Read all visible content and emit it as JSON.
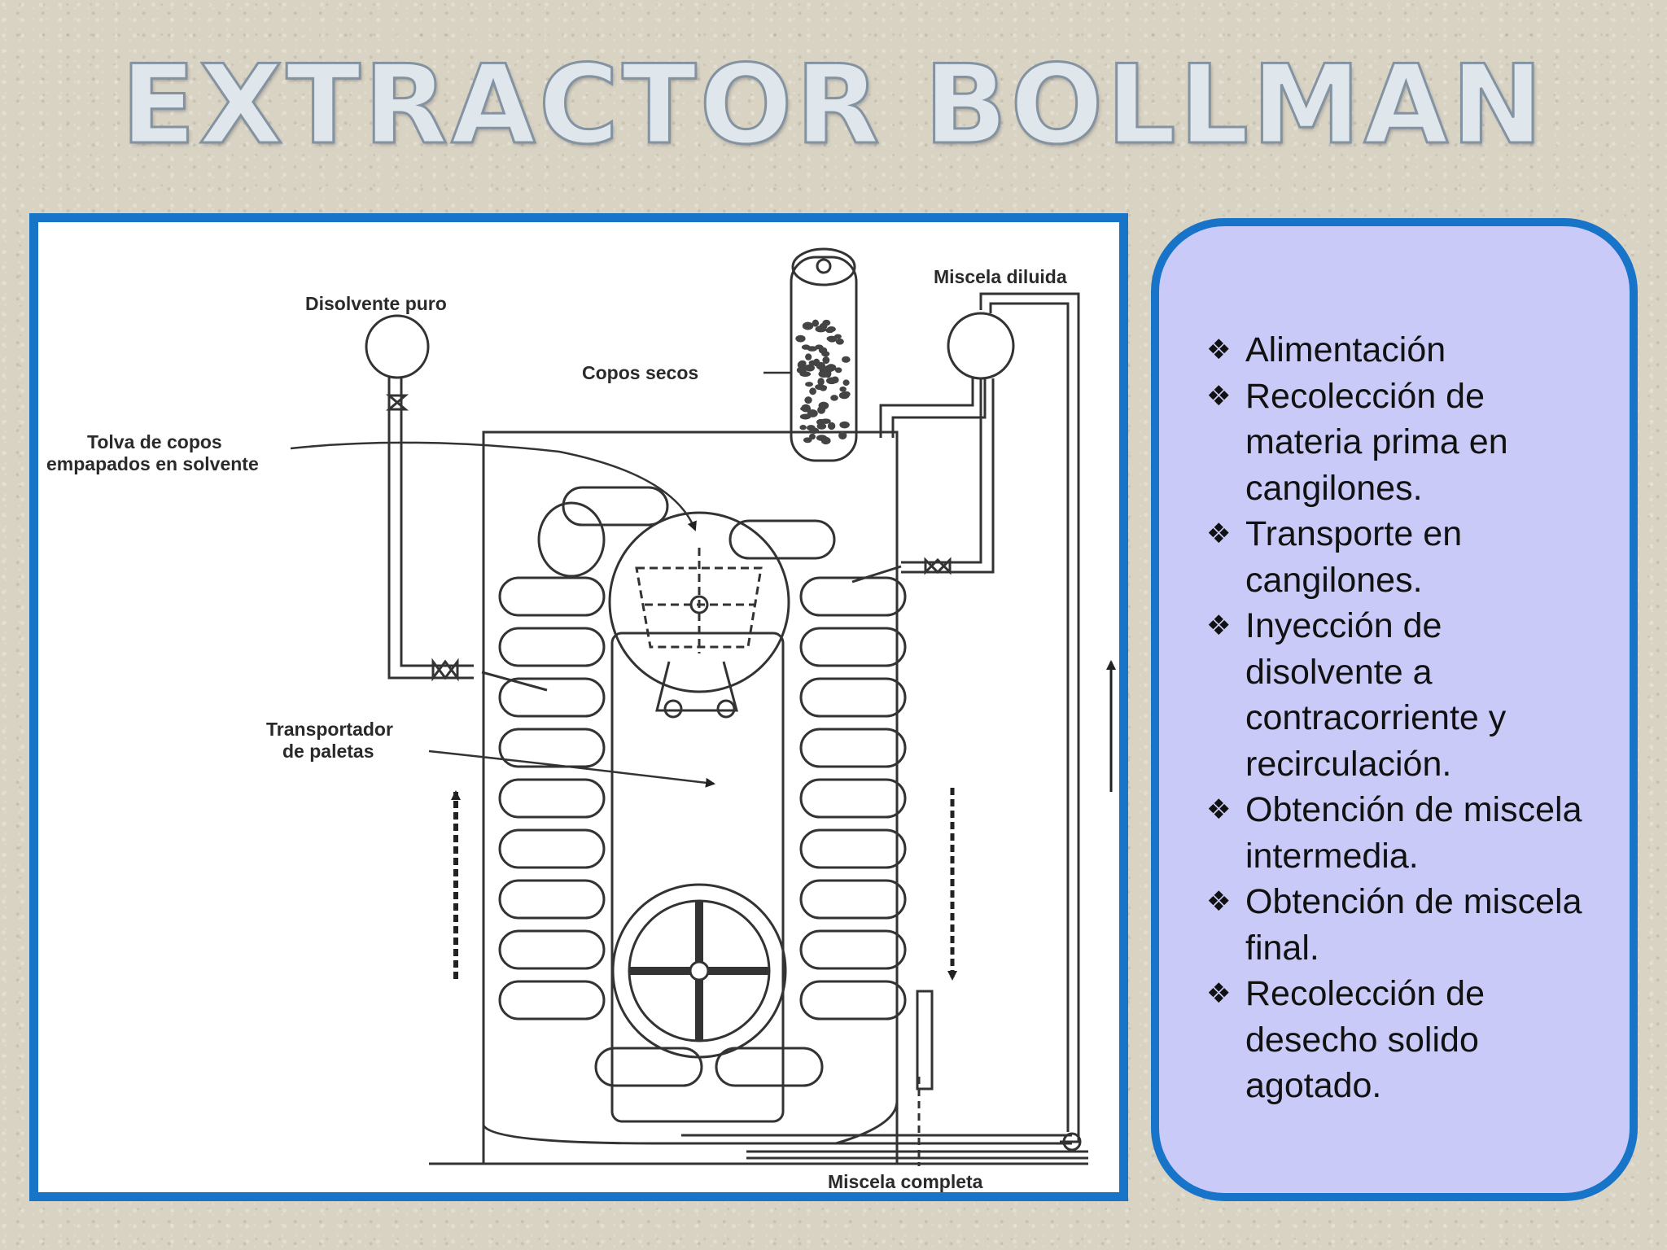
{
  "slide": {
    "title": "EXTRACTOR BOLLMAN"
  },
  "diagram": {
    "labels": {
      "pure_solvent": "Disolvente puro",
      "dry_flakes": "Copos secos",
      "dilute_miscella": "Miscela diluida",
      "hopper_line1": "Tolva de copos",
      "hopper_line2": "empapados en solvente",
      "conveyor_line1": "Transportador",
      "conveyor_line2": "de paletas",
      "full_miscella": "Miscela completa"
    }
  },
  "steps": {
    "bullet_icon": "diamond-bullet-icon",
    "items": [
      "Alimentación",
      "Recolección de materia prima en cangilones.",
      "Transporte en cangilones.",
      "Inyección de disolvente a contracorriente y recirculación.",
      "Obtención de miscela intermedia.",
      "Obtención de miscela final.",
      "Recolección de desecho solido agotado."
    ]
  },
  "colors": {
    "frame_blue": "#1874c8",
    "panel_fill": "#c9caf7",
    "background": "#d9d3c4"
  }
}
